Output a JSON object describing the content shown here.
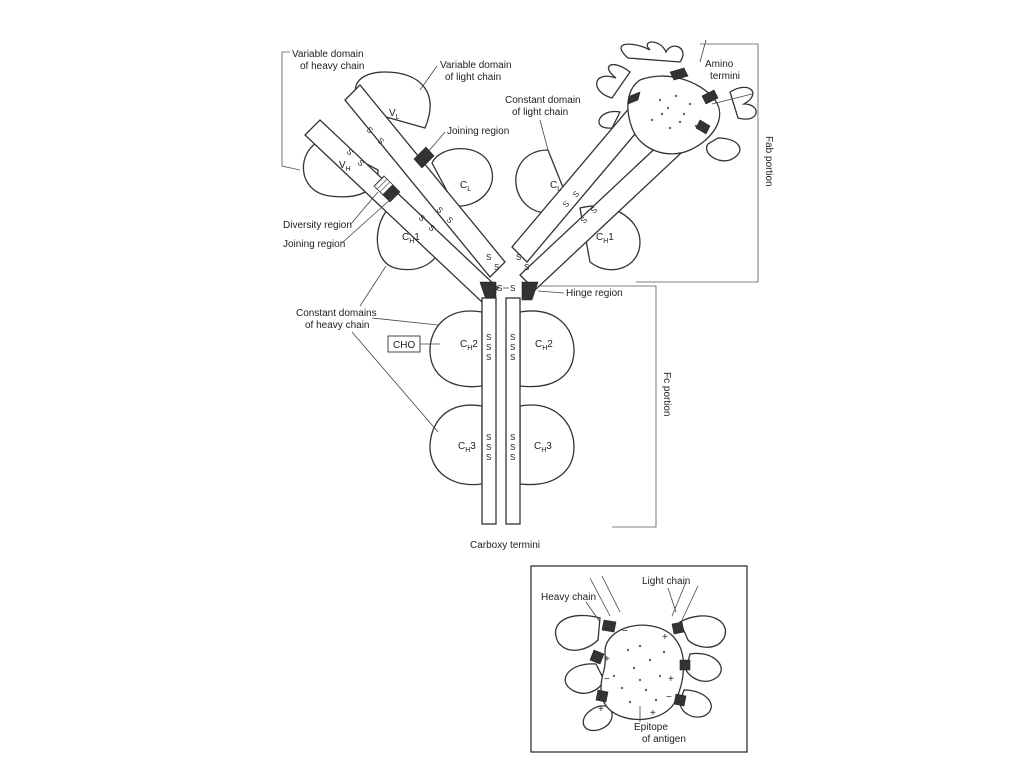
{
  "labels": {
    "variable_heavy": [
      "Variable domain",
      "of heavy chain"
    ],
    "variable_light": [
      "Variable domain",
      "of light chain"
    ],
    "constant_light": [
      "Constant domain",
      "of light chain"
    ],
    "joining_region_top": "Joining region",
    "diversity_region": "Diversity region",
    "joining_region_bottom": "Joining region",
    "constant_heavy": [
      "Constant domains",
      "of heavy chain"
    ],
    "cho": "CHO",
    "hinge_region": "Hinge region",
    "amino_termini": [
      "Amino",
      "termini"
    ],
    "fab_portion": "Fab portion",
    "fc_portion": "Fc portion",
    "carboxy_termini": "Carboxy termini"
  },
  "domains": {
    "vl": "V",
    "vl_sub": "L",
    "vh": "V",
    "vh_sub": "H",
    "cl": "C",
    "cl_sub": "L",
    "ch1_main": "C",
    "ch1_sub": "H",
    "ch1_num": "1",
    "ch2_main": "C",
    "ch2_sub": "H",
    "ch2_num": "2",
    "ch3_main": "C",
    "ch3_sub": "H",
    "ch3_num": "3"
  },
  "disulfide": "S",
  "inset": {
    "heavy_chain": "Heavy chain",
    "light_chain": "Light chain",
    "epitope": [
      "Epitope",
      "of antigen"
    ],
    "plus": "+",
    "minus": "−"
  }
}
